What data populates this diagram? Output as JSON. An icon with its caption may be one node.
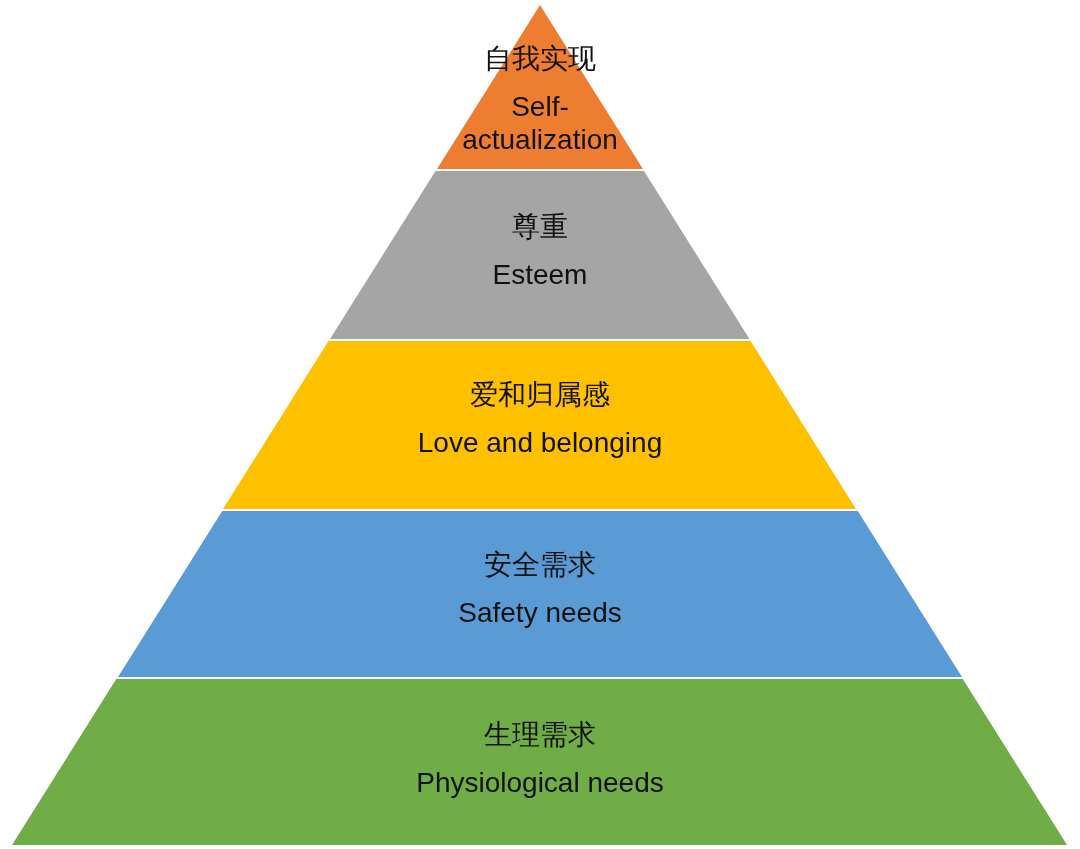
{
  "diagram": {
    "nodes": [
      {
        "text": [
          "自我实现",
          "Self-actualization"
        ]
      },
      {
        "text": [
          "尊重",
          "Esteem"
        ]
      },
      {
        "text": [
          "爱和归属感",
          "Love and belonging"
        ]
      },
      {
        "text": [
          "安全需求",
          "Safety needs"
        ]
      },
      {
        "text": [
          "生理需求",
          "Physiological needs"
        ]
      }
    ],
    "edges": []
  }
}
